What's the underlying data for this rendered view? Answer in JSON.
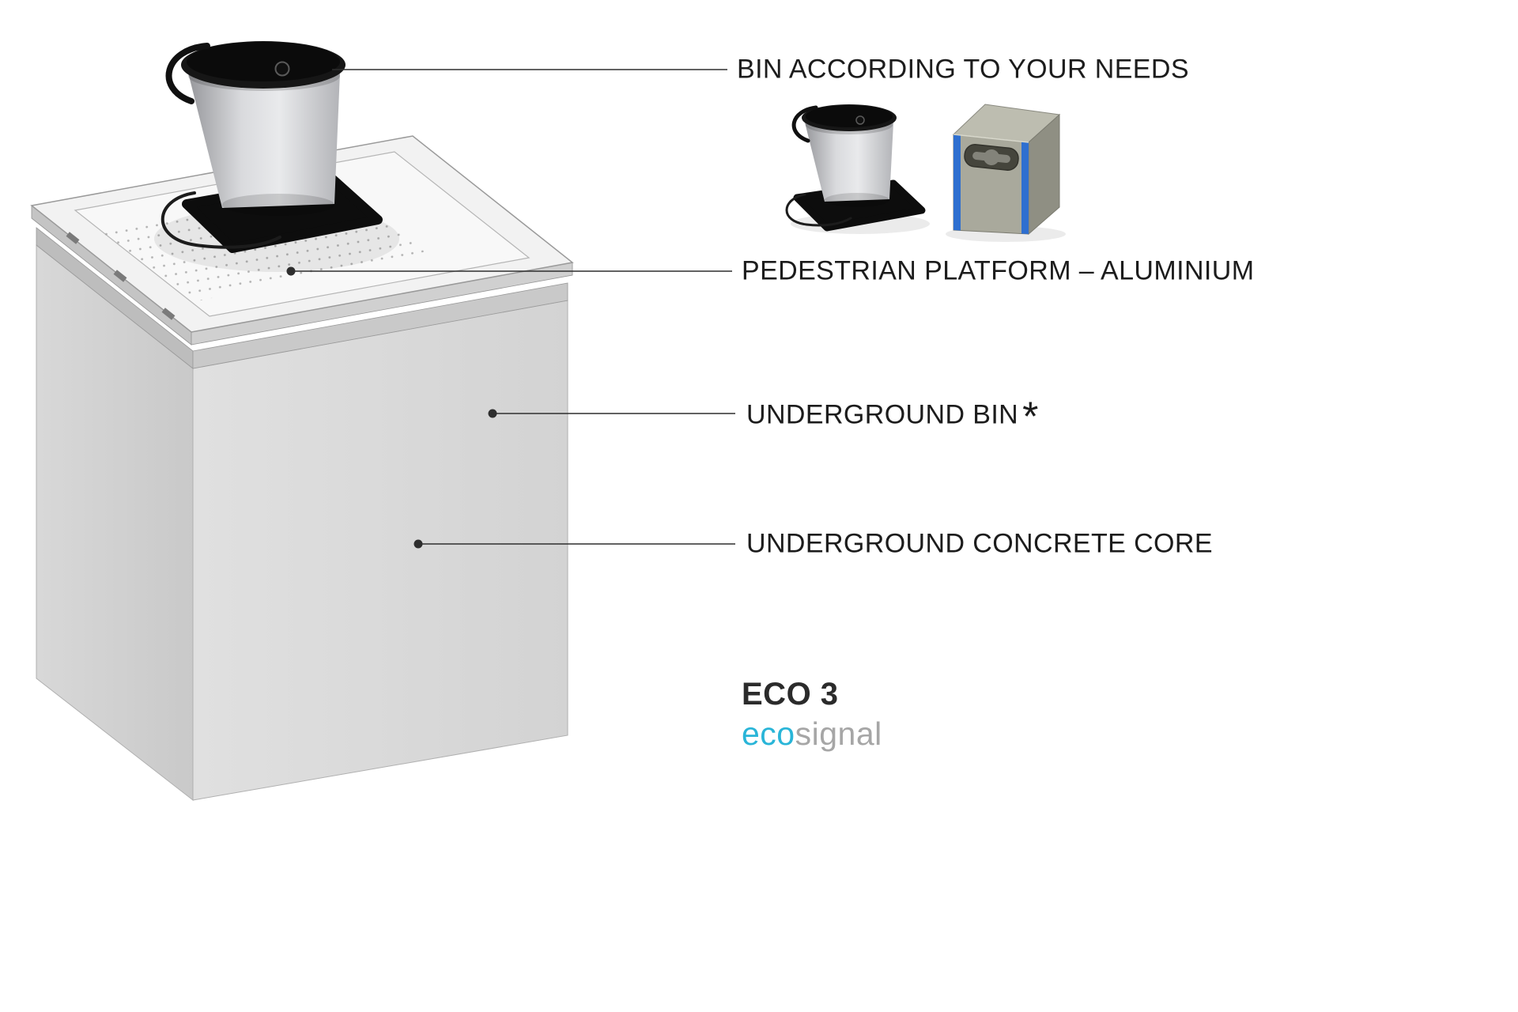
{
  "annotations": {
    "bin": {
      "label": "BIN ACCORDING TO YOUR NEEDS"
    },
    "platform": {
      "label": "PEDESTRIAN PLATFORM – ALUMINIUM"
    },
    "underground_bin": {
      "label": "UNDERGROUND BIN",
      "footnote_marker": "*"
    },
    "concrete_core": {
      "label": "UNDERGROUND CONCRETE CORE"
    }
  },
  "logo": {
    "product_name": "ECO 3",
    "brand_primary": "eco",
    "brand_secondary": "signal"
  },
  "icons": {
    "round_bin_icon": "round-pedal-bin-option",
    "box_bin_icon": "box-collection-bin-option"
  },
  "colors": {
    "label_text": "#1c1c1c",
    "leader_line": "#2e2e2e",
    "logo_product": "#2b2b2b",
    "logo_eco": "#29b5d8",
    "logo_signal": "#a6a6a6",
    "concrete_grey": "#d4d4d4",
    "platform_aluminium": "#f1f1f1",
    "bin_lid_black": "#141414",
    "box_bin_accent_blue": "#2e6fd0"
  }
}
